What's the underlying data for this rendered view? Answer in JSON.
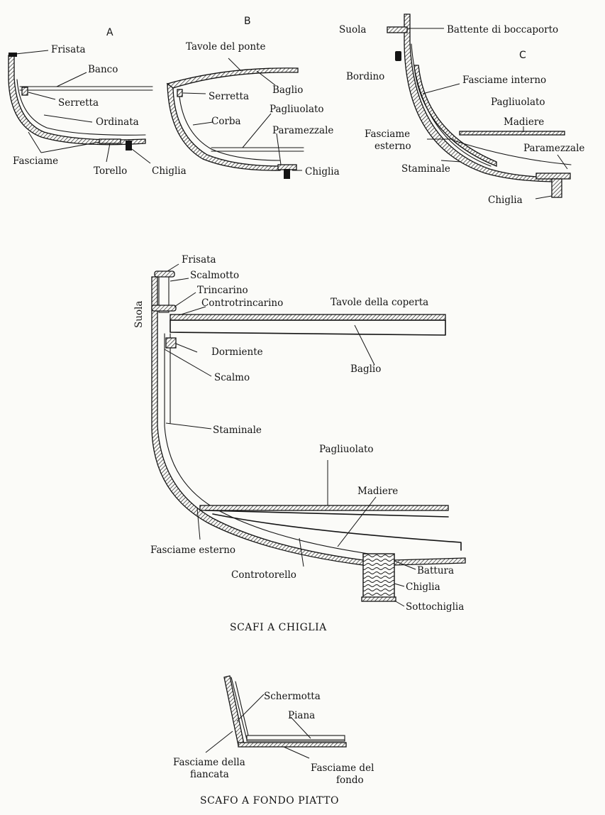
{
  "panels": {
    "A": {
      "letter": "A",
      "labels": {
        "frisata": "Frisata",
        "banco": "Banco",
        "serretta": "Serretta",
        "ordinata": "Ordinata",
        "fasciame": "Fasciame",
        "torello": "Torello",
        "chiglia": "Chiglia"
      }
    },
    "B": {
      "letter": "B",
      "labels": {
        "tavole_ponte": "Tavole del ponte",
        "serretta": "Serretta",
        "baglio": "Baglio",
        "pagliuolato": "Pagliuolato",
        "corba": "Corba",
        "paramezzale": "Paramezzale",
        "chiglia": "Chiglia"
      }
    },
    "C": {
      "letter": "C",
      "labels": {
        "suola": "Suola",
        "battente": "Battente di boccaporto",
        "bordino": "Bordino",
        "fasciame_interno": "Fasciame interno",
        "pagliuolato": "Pagliuolato",
        "madiere": "Madiere",
        "fasciame_esterno_1": "Fasciame",
        "fasciame_esterno_2": "esterno",
        "paramezzale": "Paramezzale",
        "staminale": "Staminale",
        "chiglia": "Chiglia"
      }
    }
  },
  "main": {
    "title": "SCAFI A CHIGLIA",
    "labels": {
      "frisata": "Frisata",
      "scalmotto": "Scalmotto",
      "trincarino": "Trincarino",
      "controtrincarino": "Controtrincarino",
      "tavole_coperta": "Tavole della coperta",
      "suola": "Suola",
      "dormiente": "Dormiente",
      "baglio": "Baglio",
      "scalmo": "Scalmo",
      "staminale": "Staminale",
      "pagliuolato": "Pagliuolato",
      "madiere": "Madiere",
      "fasciame_esterno": "Fasciame esterno",
      "controtorello": "Controtorello",
      "battura": "Battura",
      "chiglia": "Chiglia",
      "sottochiglia": "Sottochiglia"
    }
  },
  "flat": {
    "title": "SCAFO A FONDO PIATTO",
    "labels": {
      "schermotta": "Schermotta",
      "piana": "Piana",
      "fiancata_1": "Fasciame della",
      "fiancata_2": "fiancata",
      "fondo_1": "Fasciame del",
      "fondo_2": "fondo"
    }
  }
}
